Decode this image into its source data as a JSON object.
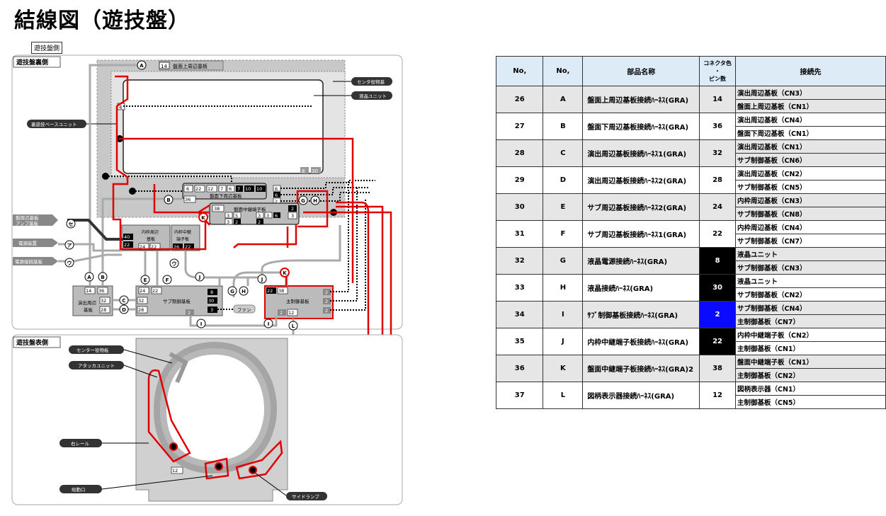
{
  "title": "結線図（遊技盤）",
  "section_tag": "遊技盤側",
  "diagram": {
    "back_label": "遊技盤裏側",
    "front_label": "遊技盤表側",
    "labels": {
      "top_board": "盤面上周辺基板",
      "center_yaku": "センタ役物基",
      "lcd_unit": "液晶ユニット",
      "base_unit": "裏遊技ベースユニット",
      "under_board": "盤面下周辺基板",
      "mid_board": "盤面中継端子板",
      "inner_board1": "内枠周辺",
      "inner_board1b": "基板",
      "inner_board2": "内枠中継",
      "inner_board2b": "端子板",
      "perf_board": "演出周辺",
      "perf_board_b": "基板",
      "sub_board": "サブ制御基板",
      "main_board": "主制御基板",
      "fan": "ファン",
      "amp": "盤周辺基板",
      "amp_b": "アンプ基板",
      "power": "電源装置",
      "power2": "電源接続基板",
      "center_front": "センター役物板",
      "attacker": "アタッカユニット",
      "rail": "右レール",
      "start": "始動口",
      "side_lamp": "サイドランプ"
    },
    "nums": {
      "n14": "14",
      "n4": "4",
      "n8": "8",
      "n30": "30",
      "n6": "6",
      "n22": "22",
      "n12": "12",
      "n7": "7",
      "n10": "10",
      "n36": "36",
      "n2": "2",
      "n38": "38",
      "n3": "3",
      "n5": "5",
      "n40": "40",
      "n24": "24",
      "n26": "26",
      "n32": "32",
      "n28": "28"
    },
    "circles": {
      "A": "A",
      "B": "B",
      "C": "C",
      "D": "D",
      "E": "E",
      "F": "F",
      "G": "G",
      "H": "H",
      "I": "I",
      "J": "J",
      "K": "K",
      "L": "L",
      "se": "セ",
      "a": "ア",
      "u": "ウ"
    }
  },
  "table": {
    "headers": [
      "No,",
      "No,",
      "部品名称",
      "コネクタ色・ピン数",
      "接続先"
    ],
    "header_conn": [
      "コネクタ色",
      "・",
      "ピン数"
    ],
    "rows": [
      {
        "no": "26",
        "code": "A",
        "name": "盤面上周辺基板接続ﾊｰﾈｽ(GRA)",
        "pins": "14",
        "pin_style": "",
        "dest": [
          "演出周辺基板（CN3）",
          "盤面上周辺基板（CN1）"
        ]
      },
      {
        "no": "27",
        "code": "B",
        "name": "盤面下周辺基板接続ﾊｰﾈｽ(GRA)",
        "pins": "36",
        "pin_style": "",
        "dest": [
          "演出周辺基板（CN4）",
          "盤面下周辺基板（CN1）"
        ]
      },
      {
        "no": "28",
        "code": "C",
        "name": "演出周辺基板接続ﾊｰﾈｽ1(GRA)",
        "pins": "32",
        "pin_style": "",
        "dest": [
          "演出周辺基板（CN1）",
          "サブ制御基板（CN6）"
        ]
      },
      {
        "no": "29",
        "code": "D",
        "name": "演出周辺基板接続ﾊｰﾈｽ2(GRA)",
        "pins": "28",
        "pin_style": "",
        "dest": [
          "演出周辺基板（CN2）",
          "サブ制御基板（CN5）"
        ]
      },
      {
        "no": "30",
        "code": "E",
        "name": "サブ周辺基板接続ﾊｰﾈｽ2(GRA)",
        "pins": "24",
        "pin_style": "",
        "dest": [
          "内枠周辺基板（CN3）",
          "サブ制御基板（CN8）"
        ]
      },
      {
        "no": "31",
        "code": "F",
        "name": "サブ周辺基板接続ﾊｰﾈｽ1(GRA)",
        "pins": "22",
        "pin_style": "",
        "dest": [
          "内枠周辺基板（CN4）",
          "サブ制御基板（CN7）"
        ]
      },
      {
        "no": "32",
        "code": "G",
        "name": "液晶電源接続ﾊｰﾈｽ(GRA)",
        "pins": "8",
        "pin_style": "black",
        "dest": [
          "液晶ユニット",
          "サブ制御基板（CN3）"
        ]
      },
      {
        "no": "33",
        "code": "H",
        "name": "液晶接続ﾊｰﾈｽ(GRA)",
        "pins": "30",
        "pin_style": "black",
        "dest": [
          "液晶ユニット",
          "サブ制御基板（CN2）"
        ]
      },
      {
        "no": "34",
        "code": "I",
        "name": "ｻﾌﾞ制御基板接続ﾊｰﾈｽ(GRA)",
        "pins": "2",
        "pin_style": "blue",
        "dest": [
          "サブ制御基板（CN4）",
          "主制御基板（CN7）"
        ]
      },
      {
        "no": "35",
        "code": "J",
        "name": "内枠中継端子板接続ﾊｰﾈｽ(GRA)",
        "pins": "22",
        "pin_style": "black",
        "dest": [
          "内枠中継端子板（CN2）",
          "主制御基板（CN1）"
        ]
      },
      {
        "no": "36",
        "code": "K",
        "name": "盤面中継端子板接続ﾊｰﾈｽ(GRA)2",
        "pins": "38",
        "pin_style": "",
        "dest": [
          "盤面中継端子板（CN1）",
          "主制御基板（CN2）"
        ]
      },
      {
        "no": "37",
        "code": "L",
        "name": "図柄表示器接続ﾊｰﾈｽ(GRA)",
        "pins": "12",
        "pin_style": "",
        "dest": [
          "図柄表示器（CN1）",
          "主制御基板（CN5）"
        ]
      }
    ]
  },
  "colors": {
    "harness_red": "#e00000",
    "header_blue": "#ddebf7",
    "row_gray": "#e7e6e6",
    "pin_blue": "#0a0aff"
  }
}
